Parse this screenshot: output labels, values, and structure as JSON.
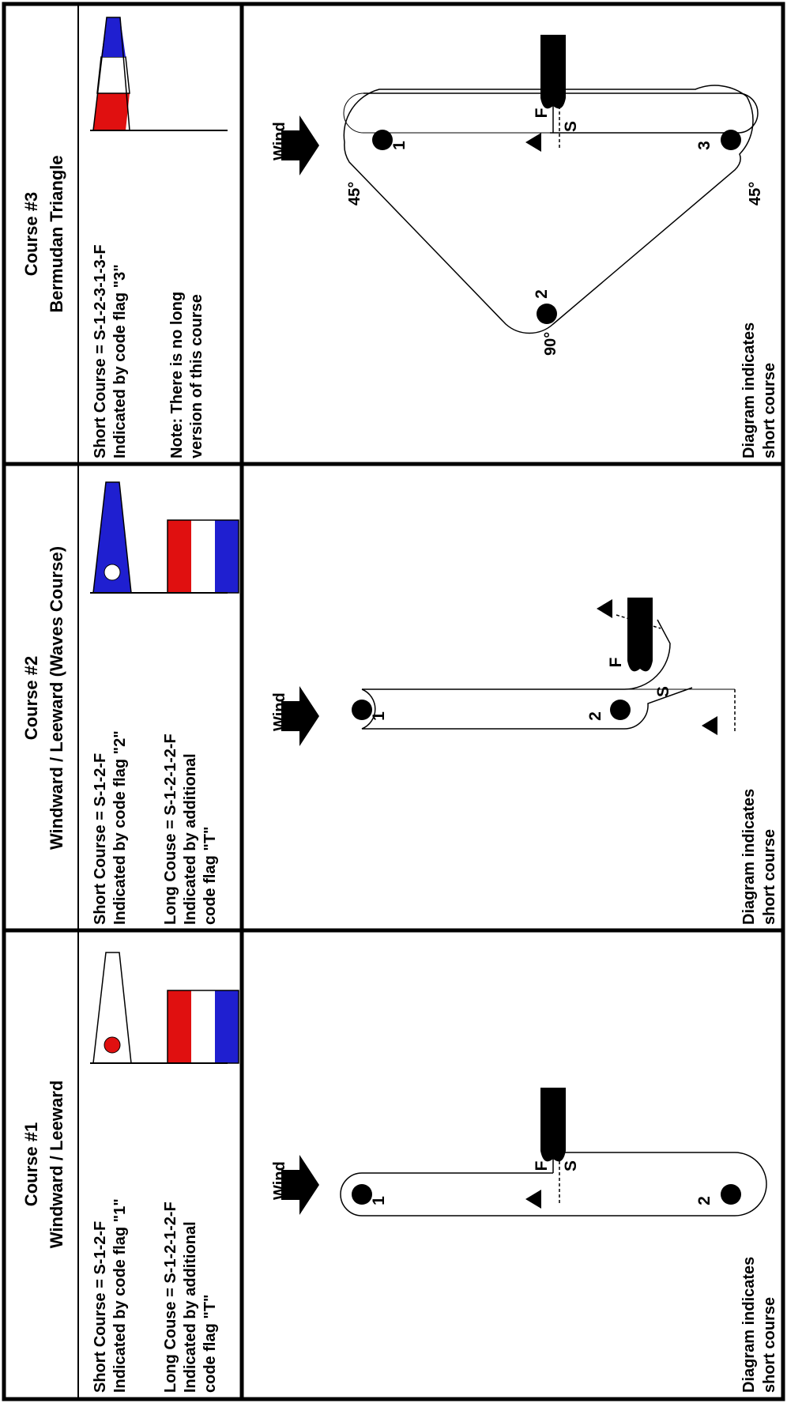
{
  "courses": [
    {
      "title": "Course #1",
      "subtitle": "Windward / Leeward",
      "short_line1": "Short Course = S-1-2-F",
      "short_line2": "Indicated by code flag \"1\"",
      "long_line1": "Long Couse = S-1-2-1-2-F",
      "long_line2": "Indicated by additional",
      "long_line3": "code flag \"T\"",
      "wind": "Wind",
      "mark1": "1",
      "mark2": "2",
      "start": "S",
      "finish": "F",
      "diagram_note1": "Diagram indicates",
      "diagram_note2": "short course"
    },
    {
      "title": "Course #2",
      "subtitle": "Windward / Leeward (Waves Course)",
      "short_line1": "Short Course = S-1-2-F",
      "short_line2": "Indicated by code flag \"2\"",
      "long_line1": "Long Couse = S-1-2-1-2-F",
      "long_line2": "Indicated by additional",
      "long_line3": "code flag \"T\"",
      "wind": "Wind",
      "mark1": "1",
      "mark2": "2",
      "start": "S",
      "finish": "F",
      "diagram_note1": "Diagram indicates",
      "diagram_note2": "short course"
    },
    {
      "title": "Course #3",
      "subtitle": "Bermudan Triangle",
      "short_line1": "Short Course = S-1-2-3-1-3-F",
      "short_line2": "Indicated by code flag \"3\"",
      "note_line1": "Note:  There is no long",
      "note_line2": "version of this course",
      "wind": "Wind",
      "mark1": "1",
      "mark2": "2",
      "mark3": "3",
      "start": "S",
      "finish": "F",
      "angle_top": "45°",
      "angle_mid": "90°",
      "angle_bottom": "45°",
      "diagram_note1": "Diagram indicates",
      "diagram_note2": "short course"
    }
  ],
  "colors": {
    "blue": "#1f1fd0",
    "red": "#e01010",
    "black": "#000000",
    "white": "#ffffff"
  },
  "icons": [
    "wind-arrow-icon",
    "committee-boat-icon",
    "start-pin-icon",
    "mark-buoy-icon",
    "pennant-flag-icon",
    "tabula-rasa-flag-icon"
  ]
}
